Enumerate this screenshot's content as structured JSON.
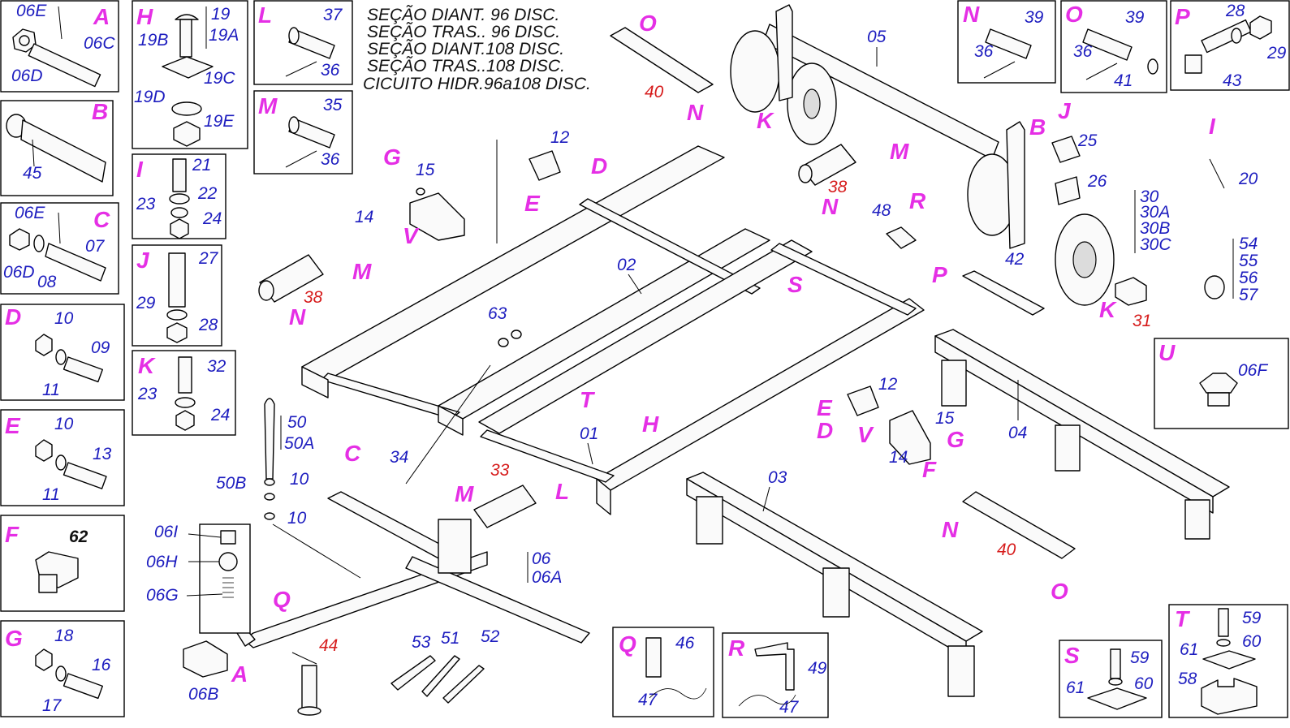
{
  "colors": {
    "letter": "#e52fe5",
    "number": "#1d1dbf",
    "highlight": "#d61b1b",
    "line": "#000000"
  },
  "title_lines": [
    "SEÇÃO DIANT. 96  DISC.",
    "SEÇÃO TRAS.. 96 DISC.",
    "SEÇÃO DIANT.108 DISC.",
    "SEÇÃO TRAS..108 DISC.",
    "CICUITO HIDR.96a108 DISC."
  ],
  "detail_boxes": {
    "A": {
      "letter": "A",
      "parts": [
        "06E",
        "06C",
        "06D"
      ]
    },
    "B": {
      "letter": "B",
      "parts": [
        "45"
      ]
    },
    "C": {
      "letter": "C",
      "parts": [
        "06E",
        "06D",
        "08",
        "07"
      ]
    },
    "D": {
      "letter": "D",
      "parts": [
        "10",
        "09",
        "11"
      ]
    },
    "E": {
      "letter": "E",
      "parts": [
        "10",
        "13",
        "11"
      ]
    },
    "F": {
      "letter": "F",
      "parts": [
        "62"
      ]
    },
    "G": {
      "letter": "G",
      "parts": [
        "18",
        "16",
        "17"
      ]
    },
    "H": {
      "letter": "H",
      "parts": [
        "19",
        "19A",
        "19B",
        "19C",
        "19D",
        "19E"
      ]
    },
    "I": {
      "letter": "I",
      "parts": [
        "21",
        "22",
        "23",
        "24"
      ]
    },
    "J": {
      "letter": "J",
      "parts": [
        "27",
        "29",
        "28"
      ]
    },
    "K": {
      "letter": "K",
      "parts": [
        "32",
        "23",
        "24"
      ]
    },
    "L": {
      "letter": "L",
      "parts": [
        "37",
        "36"
      ]
    },
    "M": {
      "letter": "M",
      "parts": [
        "35",
        "36"
      ]
    },
    "N": {
      "letter": "N",
      "parts": [
        "39",
        "36"
      ]
    },
    "O": {
      "letter": "O",
      "parts": [
        "39",
        "36",
        "41"
      ]
    },
    "P": {
      "letter": "P",
      "parts": [
        "28",
        "29",
        "43"
      ]
    },
    "U": {
      "letter": "U",
      "parts": [
        "06F"
      ]
    },
    "Q": {
      "letter": "Q",
      "parts": [
        "46",
        "47"
      ]
    },
    "R": {
      "letter": "R",
      "parts": [
        "49",
        "47"
      ]
    },
    "S": {
      "letter": "S",
      "parts": [
        "59",
        "60",
        "61"
      ]
    },
    "T": {
      "letter": "T",
      "parts": [
        "59",
        "60",
        "61",
        "58"
      ]
    }
  },
  "callouts": {
    "frame_02": "02",
    "frame_01": "01",
    "axle_05": "05",
    "beam_03": "03",
    "beam_04": "04",
    "drawbar": [
      "06",
      "06A"
    ],
    "jack": "44",
    "hitch": "06B",
    "hitch_letters": [
      "U",
      "A",
      "Q",
      "C"
    ],
    "latch": [
      "06I",
      "06H",
      "06G"
    ],
    "pin_rod": [
      "50",
      "50A",
      "50B",
      "10",
      "10"
    ],
    "wrenches": [
      "53",
      "51",
      "52"
    ],
    "bracket_left": [
      "12",
      "E",
      "D",
      "G",
      "15",
      "14",
      "V"
    ],
    "bracket_right": [
      "12",
      "E",
      "D",
      "V",
      "15",
      "G",
      "14",
      "F"
    ],
    "cyl_left": [
      "M",
      "38",
      "N"
    ],
    "cyl_top": [
      "O",
      "40",
      "N"
    ],
    "cyl_mid": [
      "M",
      "38",
      "N"
    ],
    "cyl_low": [
      "33",
      "M",
      "L"
    ],
    "cyl_right": [
      "N",
      "40",
      "O"
    ],
    "hoses": [
      "34",
      "63",
      "T",
      "H",
      "S"
    ],
    "wheel_hub": [
      "K",
      "31",
      "K"
    ],
    "wheel_tags": [
      "30",
      "30A",
      "30B",
      "30C"
    ],
    "clamp": [
      "B",
      "J",
      "25",
      "26"
    ],
    "plate": [
      "48",
      "R"
    ],
    "bar_42": [
      "P",
      "42"
    ],
    "pin_I": [
      "I",
      "20"
    ],
    "bushing": [
      "54",
      "55",
      "56",
      "57"
    ]
  }
}
